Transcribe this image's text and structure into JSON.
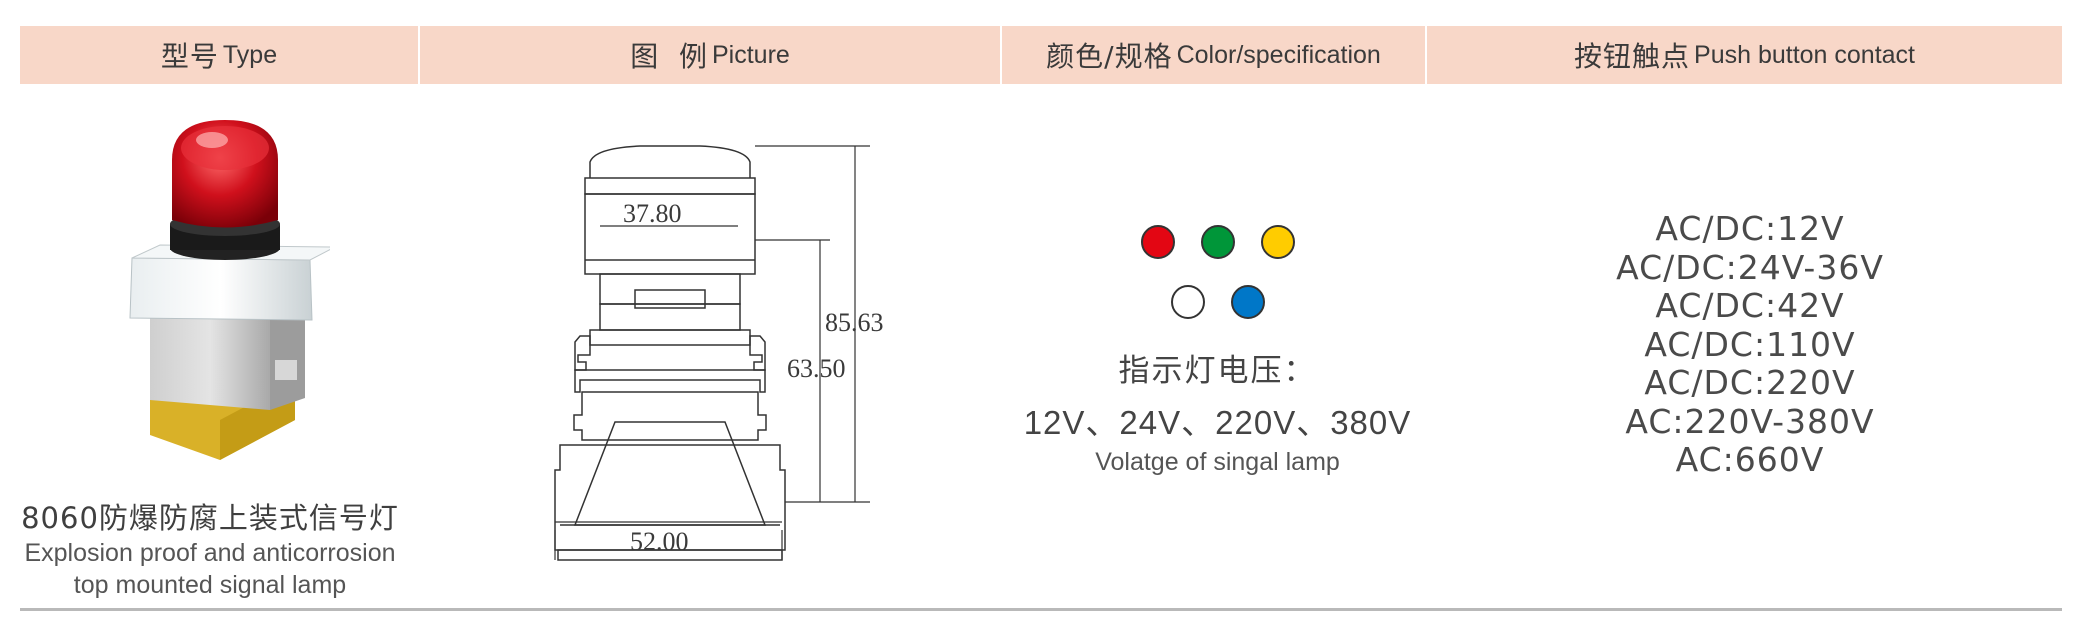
{
  "header": {
    "type": {
      "zh": "型号",
      "en": "Type"
    },
    "picture": {
      "zh": "图  例",
      "en": "Picture"
    },
    "color": {
      "zh": "颜色/规格",
      "en": "Color/specification"
    },
    "contact": {
      "zh": "按钮触点",
      "en": "Push button contact"
    }
  },
  "product": {
    "name_zh": "8060防爆防腐上装式信号灯",
    "name_en_line1": "Explosion proof and anticorrosion",
    "name_en_line2": "top mounted signal lamp"
  },
  "drawing": {
    "dim_top_width": "37.80",
    "dim_total_height": "85.63",
    "dim_body_height": "63.50",
    "dim_base_width": "52.00"
  },
  "colors": {
    "dots": [
      {
        "name": "red",
        "color": "#e30613"
      },
      {
        "name": "green",
        "color": "#009639"
      },
      {
        "name": "yellow",
        "color": "#ffcc00"
      },
      {
        "name": "white",
        "color": "#ffffff"
      },
      {
        "name": "blue",
        "color": "#0077c8"
      }
    ],
    "voltage_label_zh": "指示灯电压：",
    "voltage_values": "12V、24V、220V、380V",
    "voltage_label_en": "Volatge of singal lamp"
  },
  "contacts": [
    "AC/DC:12V",
    "AC/DC:24V-36V",
    "AC/DC:42V",
    "AC/DC:110V",
    "AC/DC:220V",
    "AC:220V-380V",
    "AC:660V"
  ]
}
